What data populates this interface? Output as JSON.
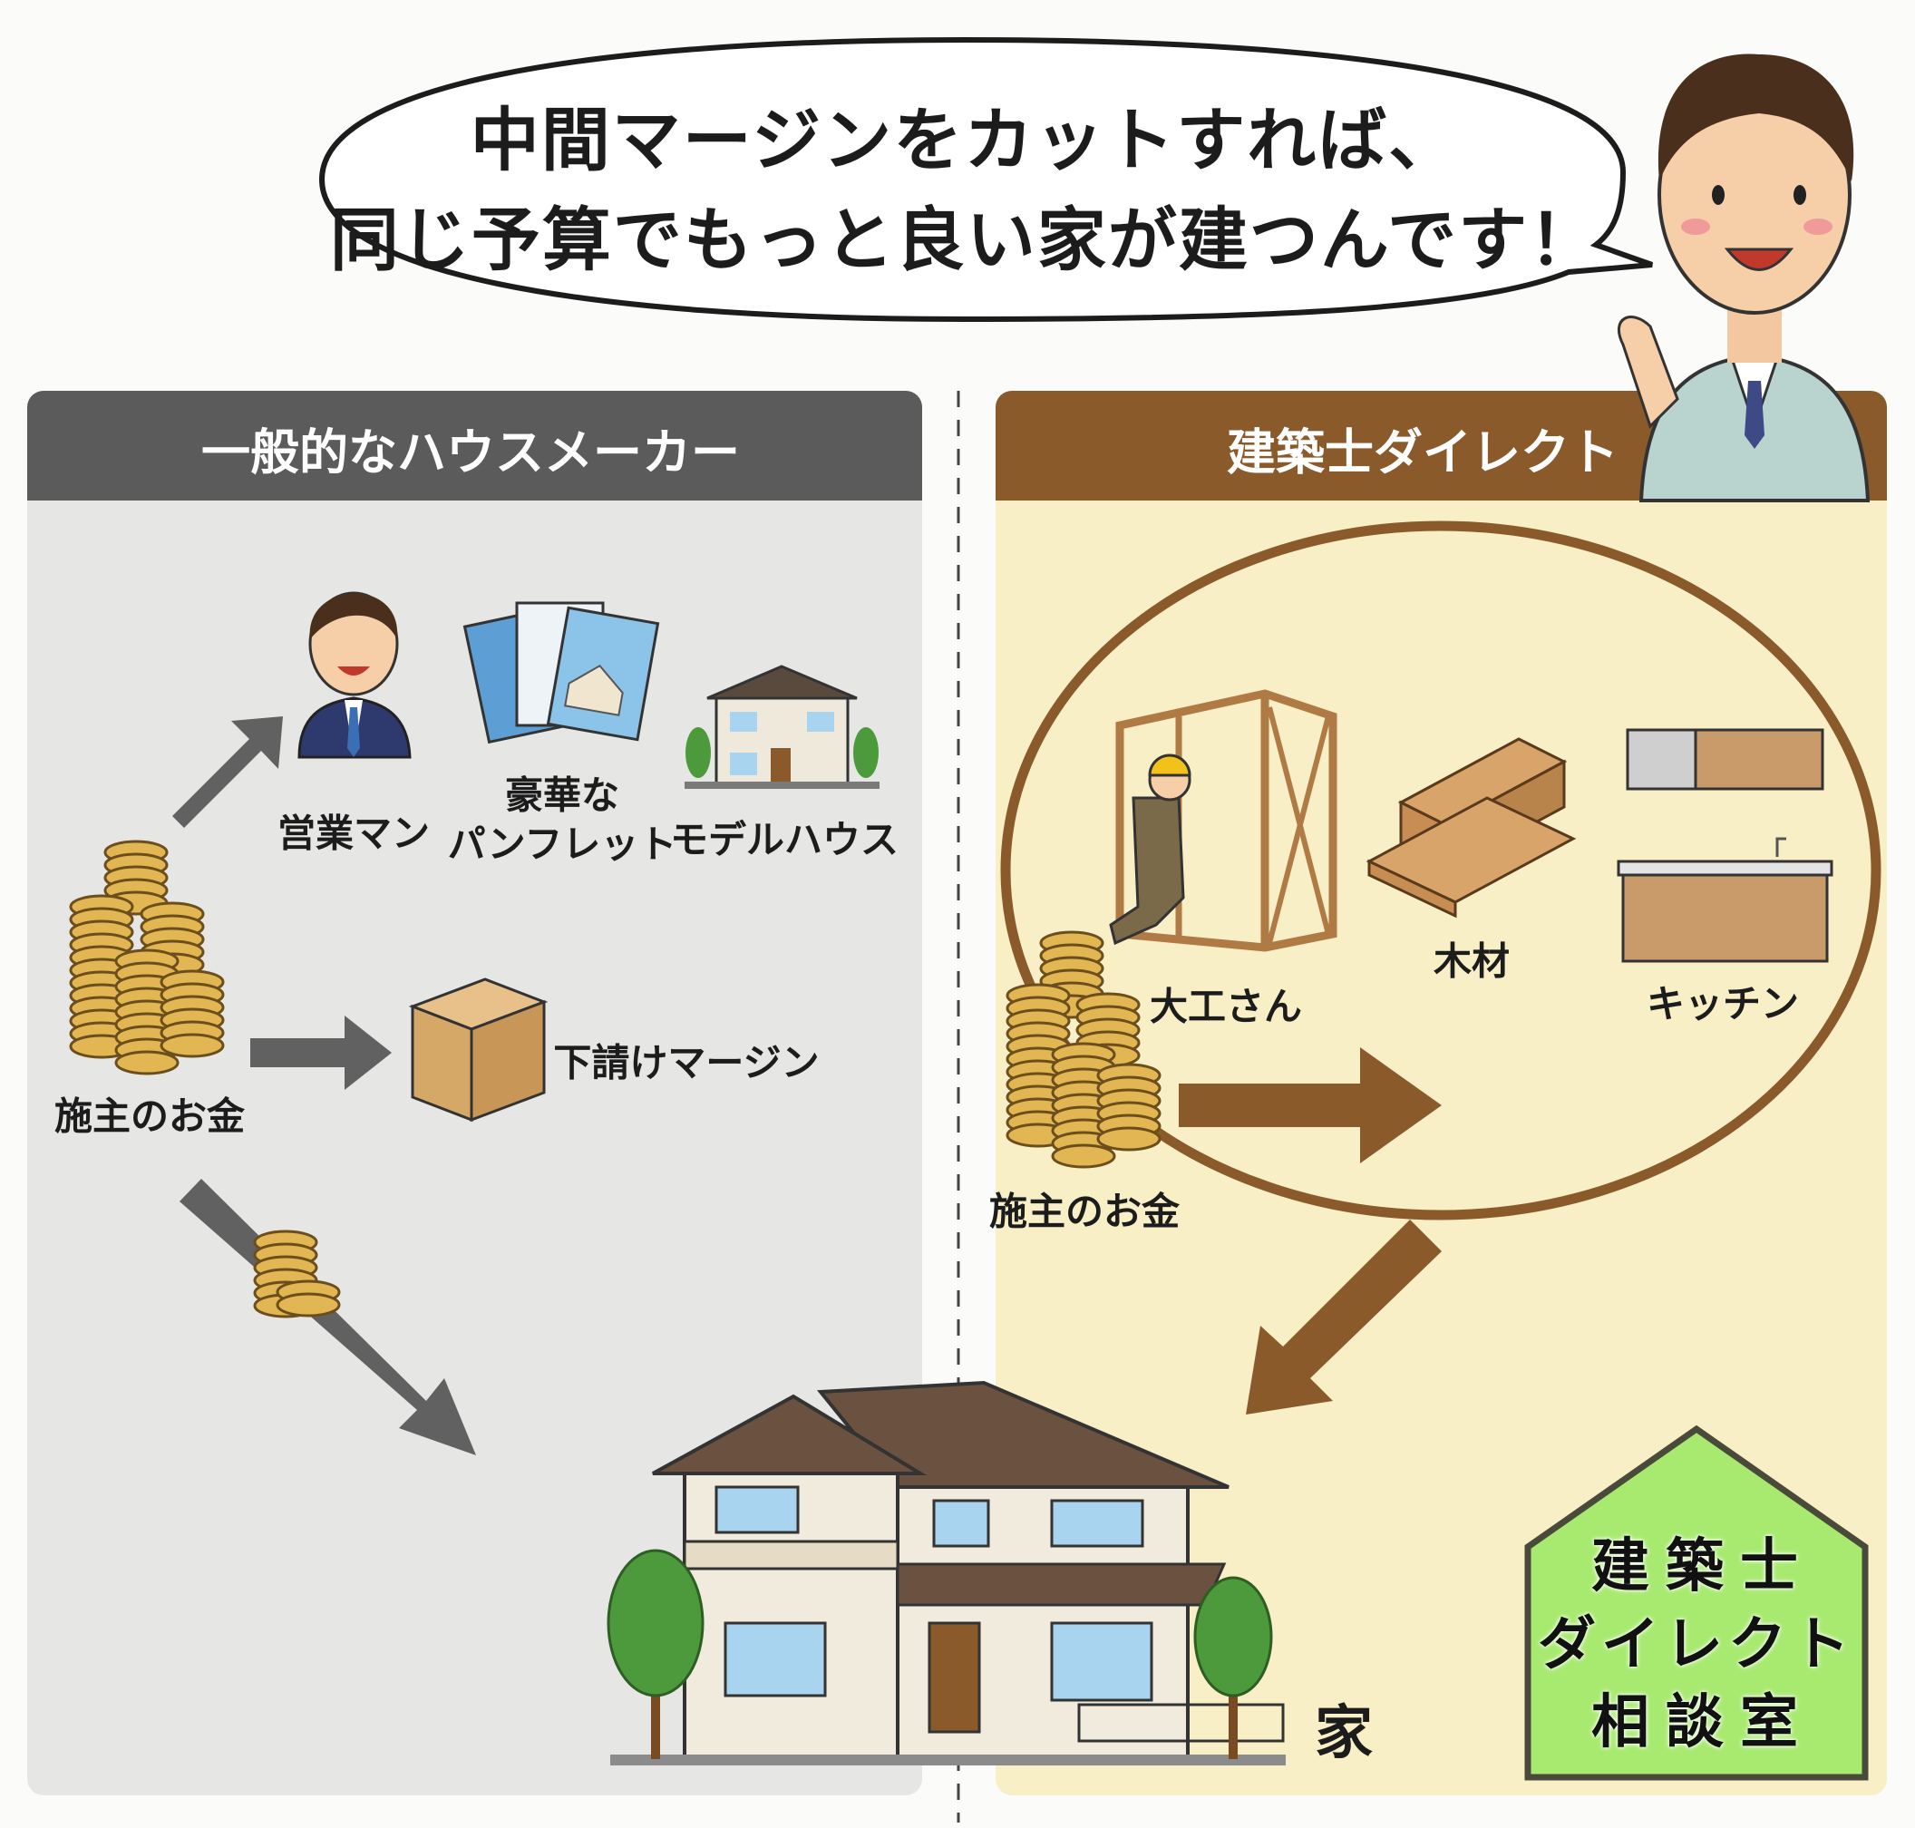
{
  "speech_bubble": {
    "line1": "中間マージンをカットすれば、",
    "line2": "同じ予算でもっと良い家が建つんです！"
  },
  "left_panel": {
    "header": "一般的なハウスメーカー",
    "items": [
      {
        "label": "営業マン"
      },
      {
        "label_line1": "豪華な",
        "label_line2": "パンフレット"
      },
      {
        "label": "モデルハウス"
      },
      {
        "label": "下請けマージン"
      }
    ],
    "money_label": "施主のお金"
  },
  "right_panel": {
    "header": "建築士ダイレクト",
    "items": [
      {
        "label": "大工さん"
      },
      {
        "label": "木材"
      },
      {
        "label": "キッチン"
      }
    ],
    "money_label": "施主のお金"
  },
  "house_label": "家",
  "badge": {
    "line1": "建築士",
    "line2": "ダイレクト",
    "line3": "相談室"
  },
  "colors": {
    "left_header": "#5b5b5b",
    "left_bg": "#e6e6e4",
    "right_header": "#8a5a2b",
    "right_bg": "#f8efc6",
    "badge_green": "#a8ea70",
    "gray_arrow": "#616161",
    "coin": "#e0b450"
  }
}
